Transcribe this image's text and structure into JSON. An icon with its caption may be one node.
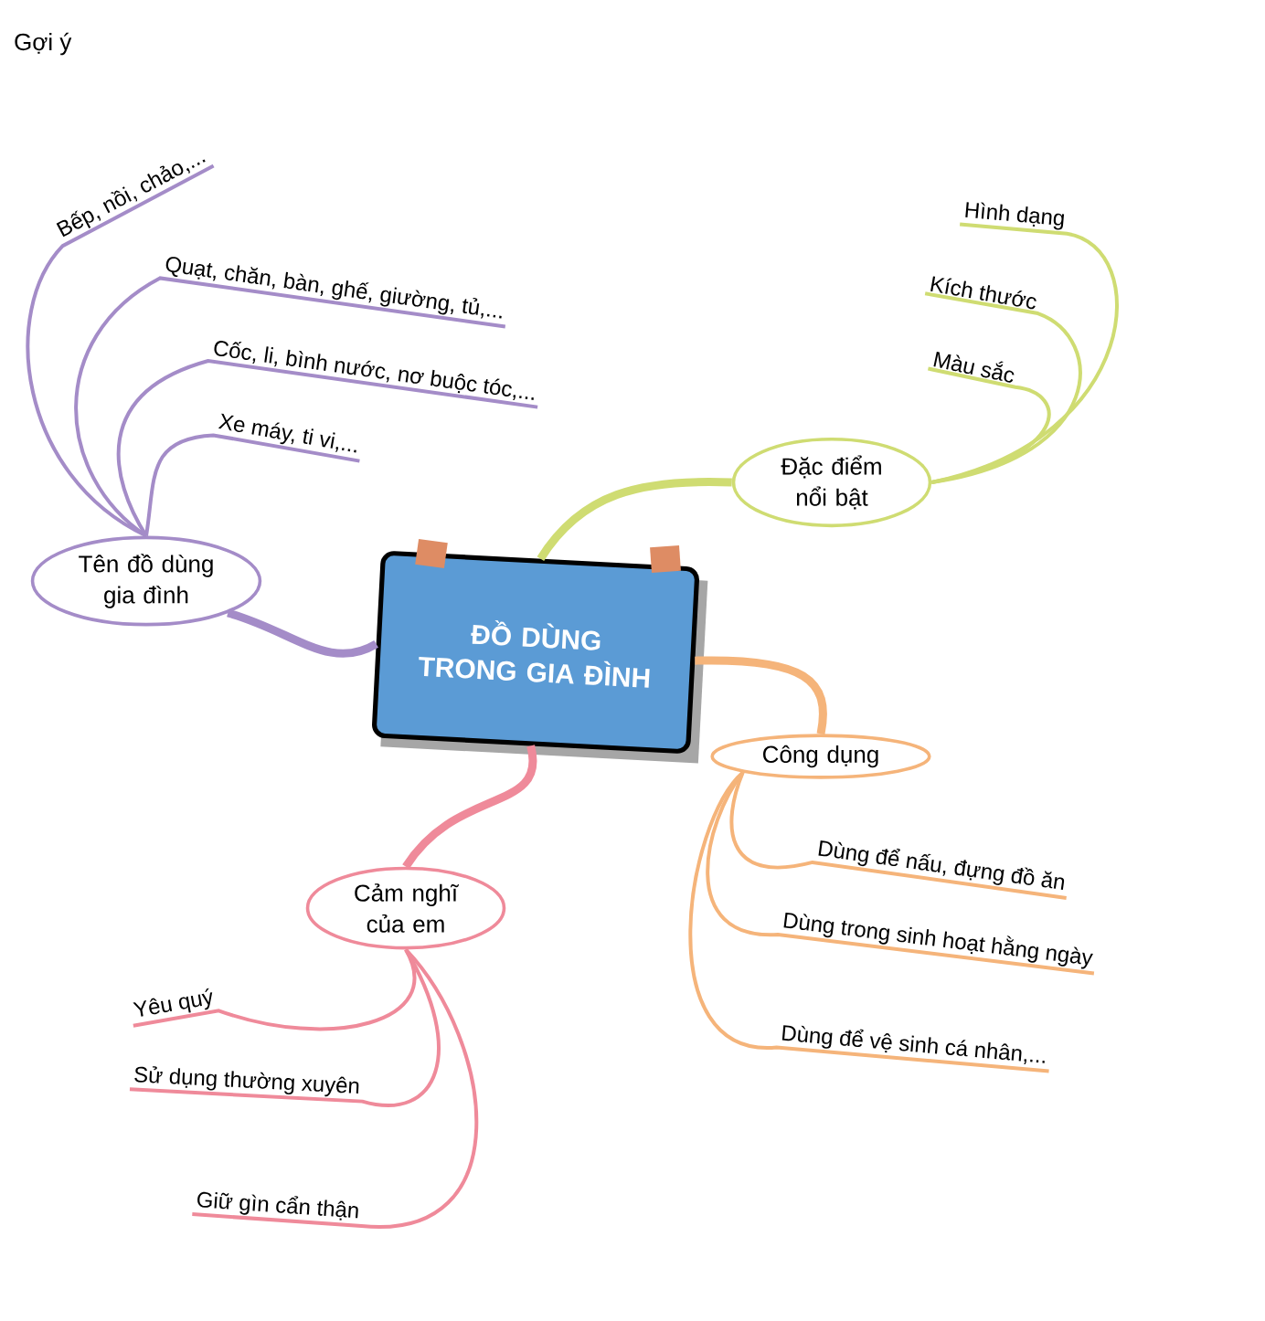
{
  "diagram": {
    "title": "Gợi ý",
    "nodes": [
      {
        "text": [
          "ĐỒ DÙNG TRONG GIA ĐÌNH"
        ]
      },
      {
        "text": [
          "Tên đồ dùng gia đình"
        ]
      },
      {
        "text": [
          "Đặc điểm nổi bật"
        ]
      },
      {
        "text": [
          "Công dụng"
        ]
      },
      {
        "text": [
          "Cảm nghĩ của em"
        ]
      },
      {
        "text": [
          "Bếp, nồi, chảo,..."
        ]
      },
      {
        "text": [
          "Quạt, chăn, bàn, ghế, giường, tủ,..."
        ]
      },
      {
        "text": [
          "Cốc, li, bình nước, nơ buộc tóc,..."
        ]
      },
      {
        "text": [
          "Xe máy, ti vi,..."
        ]
      },
      {
        "text": [
          "Hình dạng"
        ]
      },
      {
        "text": [
          "Kích thước"
        ]
      },
      {
        "text": [
          "Màu sắc"
        ]
      },
      {
        "text": [
          "Dùng để nấu, đựng đồ ăn"
        ]
      },
      {
        "text": [
          "Dùng trong sinh hoạt hằng ngày"
        ]
      },
      {
        "text": [
          "Dùng để vệ sinh cá nhân,..."
        ]
      },
      {
        "text": [
          "Yêu quý"
        ]
      },
      {
        "text": [
          "Sử dụng thường xuyên"
        ]
      },
      {
        "text": [
          "Giữ gìn cẩn thận"
        ]
      }
    ],
    "edges": [
      {
        "from": 0,
        "to": 1,
        "arrow": "none",
        "style": "thick",
        "color": "#a48cc8"
      },
      {
        "from": 0,
        "to": 2,
        "arrow": "none",
        "style": "thick",
        "color": "#cfdc72"
      },
      {
        "from": 0,
        "to": 3,
        "arrow": "none",
        "style": "thick",
        "color": "#f5b47a"
      },
      {
        "from": 0,
        "to": 4,
        "arrow": "none",
        "style": "thick",
        "color": "#ef8a9a"
      },
      {
        "from": 1,
        "to": 5,
        "arrow": "none",
        "color": "#a48cc8"
      },
      {
        "from": 1,
        "to": 6,
        "arrow": "none",
        "color": "#a48cc8"
      },
      {
        "from": 1,
        "to": 7,
        "arrow": "none",
        "color": "#a48cc8"
      },
      {
        "from": 1,
        "to": 8,
        "arrow": "none",
        "color": "#a48cc8"
      },
      {
        "from": 2,
        "to": 9,
        "arrow": "none",
        "color": "#cfdc72"
      },
      {
        "from": 2,
        "to": 10,
        "arrow": "none",
        "color": "#cfdc72"
      },
      {
        "from": 2,
        "to": 11,
        "arrow": "none",
        "color": "#cfdc72"
      },
      {
        "from": 3,
        "to": 12,
        "arrow": "none",
        "color": "#f5b47a"
      },
      {
        "from": 3,
        "to": 13,
        "arrow": "none",
        "color": "#f5b47a"
      },
      {
        "from": 3,
        "to": 14,
        "arrow": "none",
        "color": "#f5b47a"
      },
      {
        "from": 4,
        "to": 15,
        "arrow": "none",
        "color": "#ef8a9a"
      },
      {
        "from": 4,
        "to": 16,
        "arrow": "none",
        "color": "#ef8a9a"
      },
      {
        "from": 4,
        "to": 17,
        "arrow": "none",
        "color": "#ef8a9a"
      }
    ]
  }
}
